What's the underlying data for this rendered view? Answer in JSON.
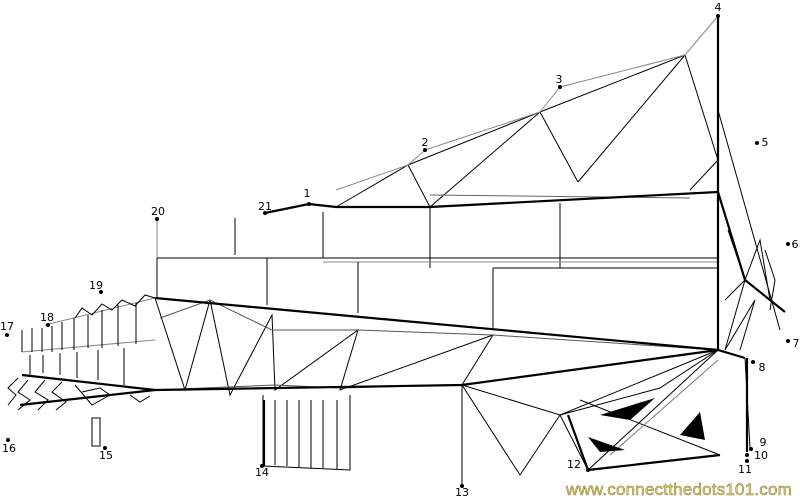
{
  "title": "Connect the dots drawing",
  "dots": [
    "1",
    "2",
    "3",
    "4",
    "5",
    "6",
    "7",
    "8",
    "9",
    "10",
    "11",
    "12",
    "13",
    "14",
    "15",
    "16",
    "17",
    "18",
    "19",
    "20",
    "21"
  ],
  "watermark": "www.connectthedots101.com",
  "colors": {
    "line": "#000000",
    "watermark": "#e3cf7a"
  }
}
